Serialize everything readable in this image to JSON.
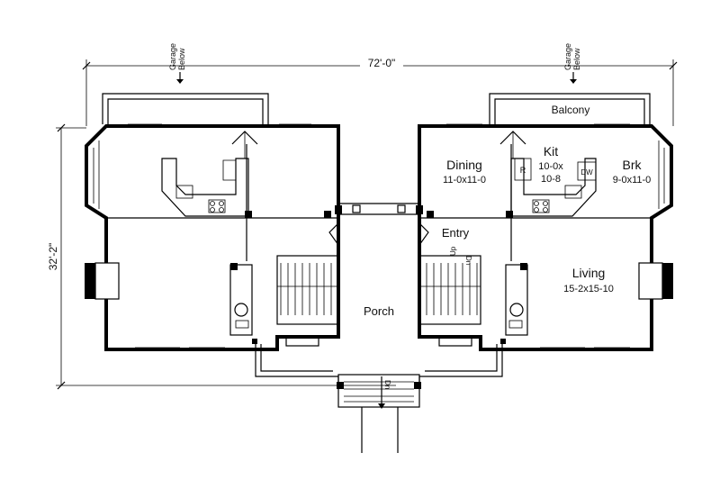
{
  "dimensions": {
    "overall_width": "72'-0\"",
    "overall_depth": "32'-2\""
  },
  "notes": {
    "garage_left": "Garage\nBelow",
    "garage_right": "Garage\nBelow"
  },
  "rooms": {
    "balcony": "Balcony",
    "dining_name": "Dining",
    "dining_size": "11-0x11-0",
    "kit_name": "Kit",
    "kit_size_1": "10-0x",
    "kit_size_2": "10-8",
    "brk_name": "Brk",
    "brk_size": "9-0x11-0",
    "entry": "Entry",
    "living_name": "Living",
    "living_size": "15-2x15-10",
    "porch": "Porch"
  },
  "fixtures": {
    "refrigerator": "R",
    "dishwasher": "DW"
  },
  "stairs": {
    "up": "Up",
    "dn_1": "Dn",
    "dn_2": "Dn"
  }
}
